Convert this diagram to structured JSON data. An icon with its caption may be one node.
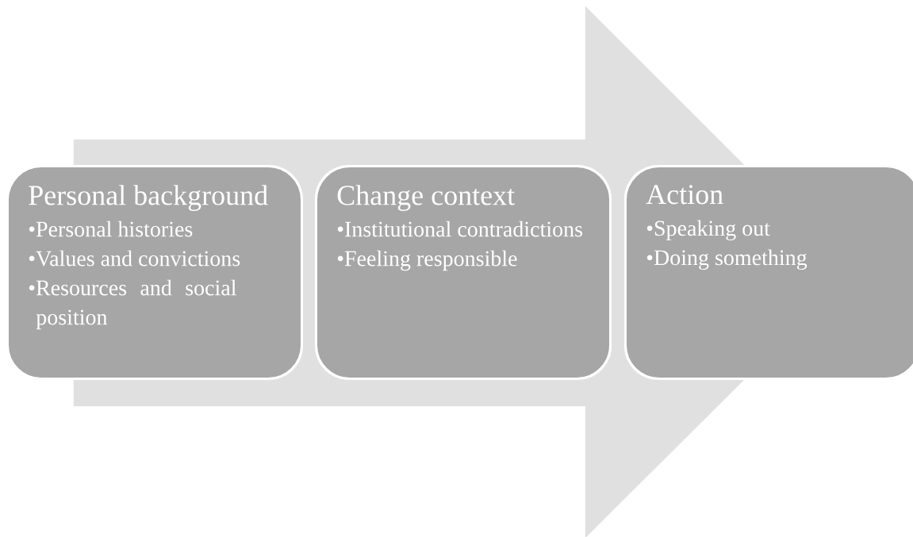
{
  "diagram": {
    "nodes": [
      {
        "text": [
          "Personal background",
          "•Personal histories",
          "•Values and convictions",
          "•Resources and social position"
        ]
      },
      {
        "text": [
          "Change context",
          "•Institutional contradictions",
          "•Feeling responsible"
        ]
      },
      {
        "text": [
          "Action",
          "•Speaking out",
          "•Doing something"
        ]
      }
    ],
    "edges": [
      {
        "from": 0,
        "to": 2,
        "arrow": "to"
      }
    ]
  }
}
